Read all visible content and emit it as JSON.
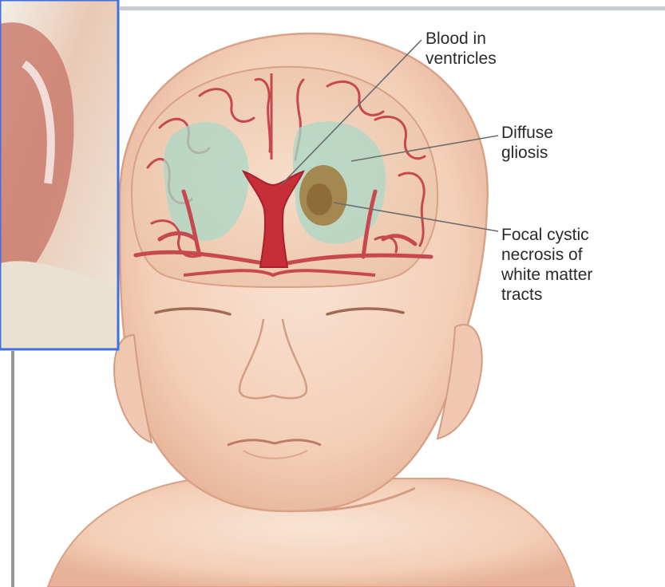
{
  "labels": {
    "blood_in_ventricles": [
      "Blood in",
      "ventricles"
    ],
    "diffuse_gliosis": [
      "Diffuse",
      "gliosis"
    ],
    "focal_cystic_necrosis": [
      "Focal cystic",
      "necrosis of",
      "white matter",
      "tracts"
    ]
  },
  "colors": {
    "skin": "#f6d8c3",
    "skin_shadow": "#e8b49b",
    "brain": "#f3d3bc",
    "gliosis": "#a9d8c7",
    "blood": "#c62f3a",
    "cyst": "#a07a3c",
    "inset_border": "#3f6fe0"
  }
}
